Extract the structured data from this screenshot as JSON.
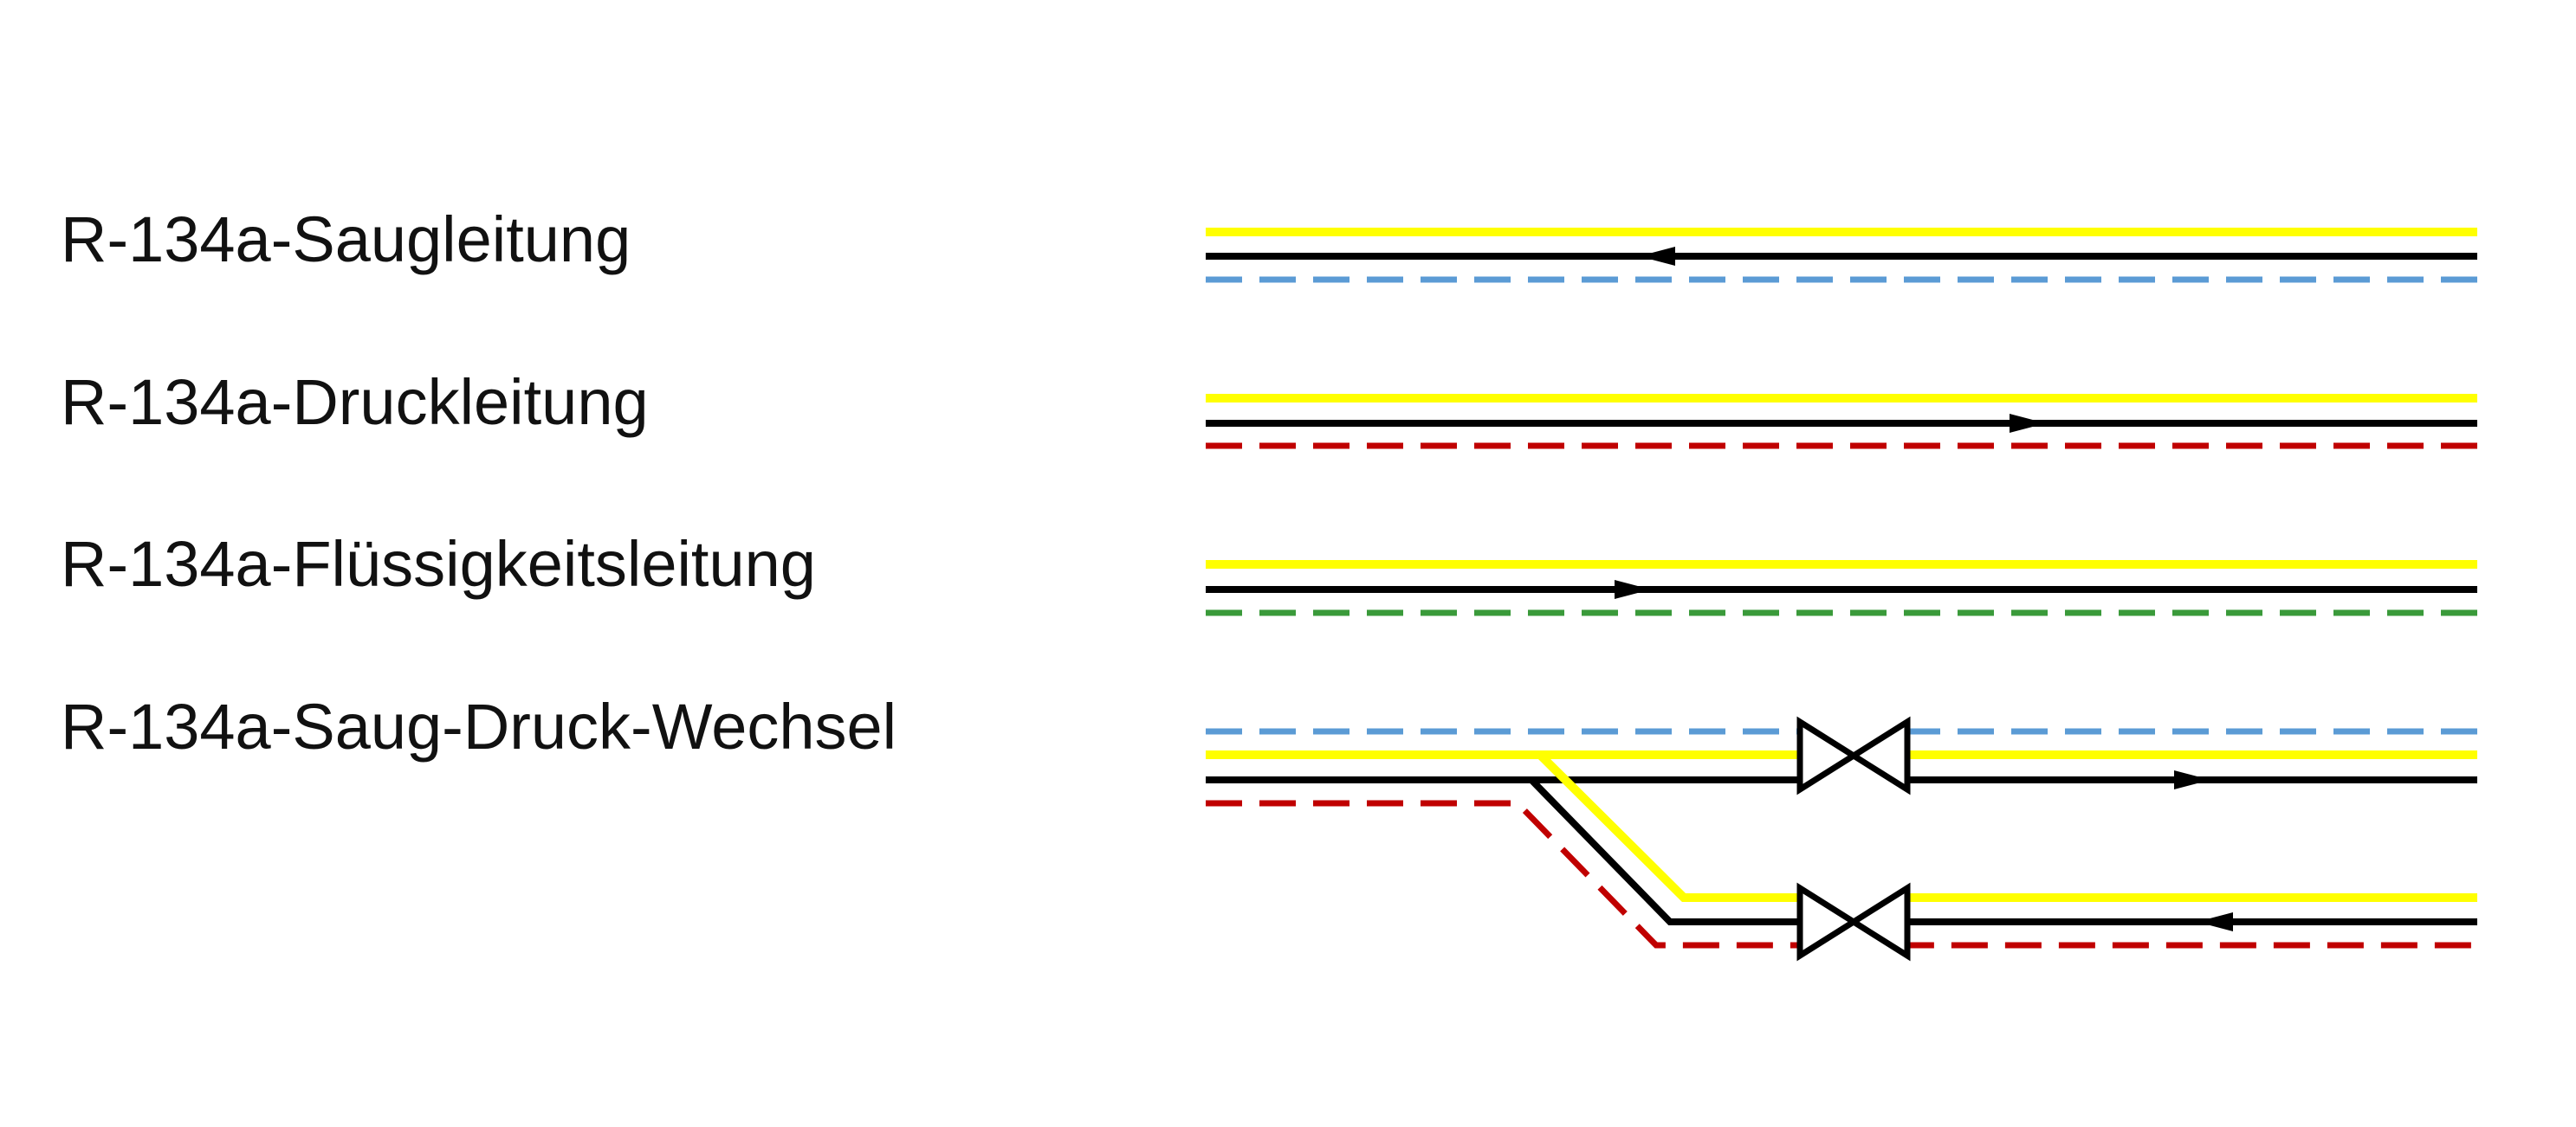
{
  "legend": [
    {
      "label": "R-134a-Saugleitung",
      "name": "suction-line",
      "accent_color": "#5b9bd5",
      "flow": "left"
    },
    {
      "label": "R-134a-Druckleitung",
      "name": "discharge-line",
      "accent_color": "#c00000",
      "flow": "right"
    },
    {
      "label": "R-134a-Flüssigkeitsleitung",
      "name": "liquid-line",
      "accent_color": "#3a9a3a",
      "flow": "right"
    },
    {
      "label": "R-134a-Saug-Druck-Wechsel",
      "name": "suction-discharge-changeover",
      "accent_color": "#c00000",
      "flow": "both"
    }
  ],
  "colors": {
    "insulation": "#ffff00",
    "pipe": "#000000",
    "suction": "#5b9bd5",
    "discharge": "#c00000",
    "liquid": "#3a9a3a",
    "background": "#ffffff"
  },
  "symbols": {
    "valve": "gate-valve-icon",
    "flow_arrow": "flow-arrow-icon"
  }
}
